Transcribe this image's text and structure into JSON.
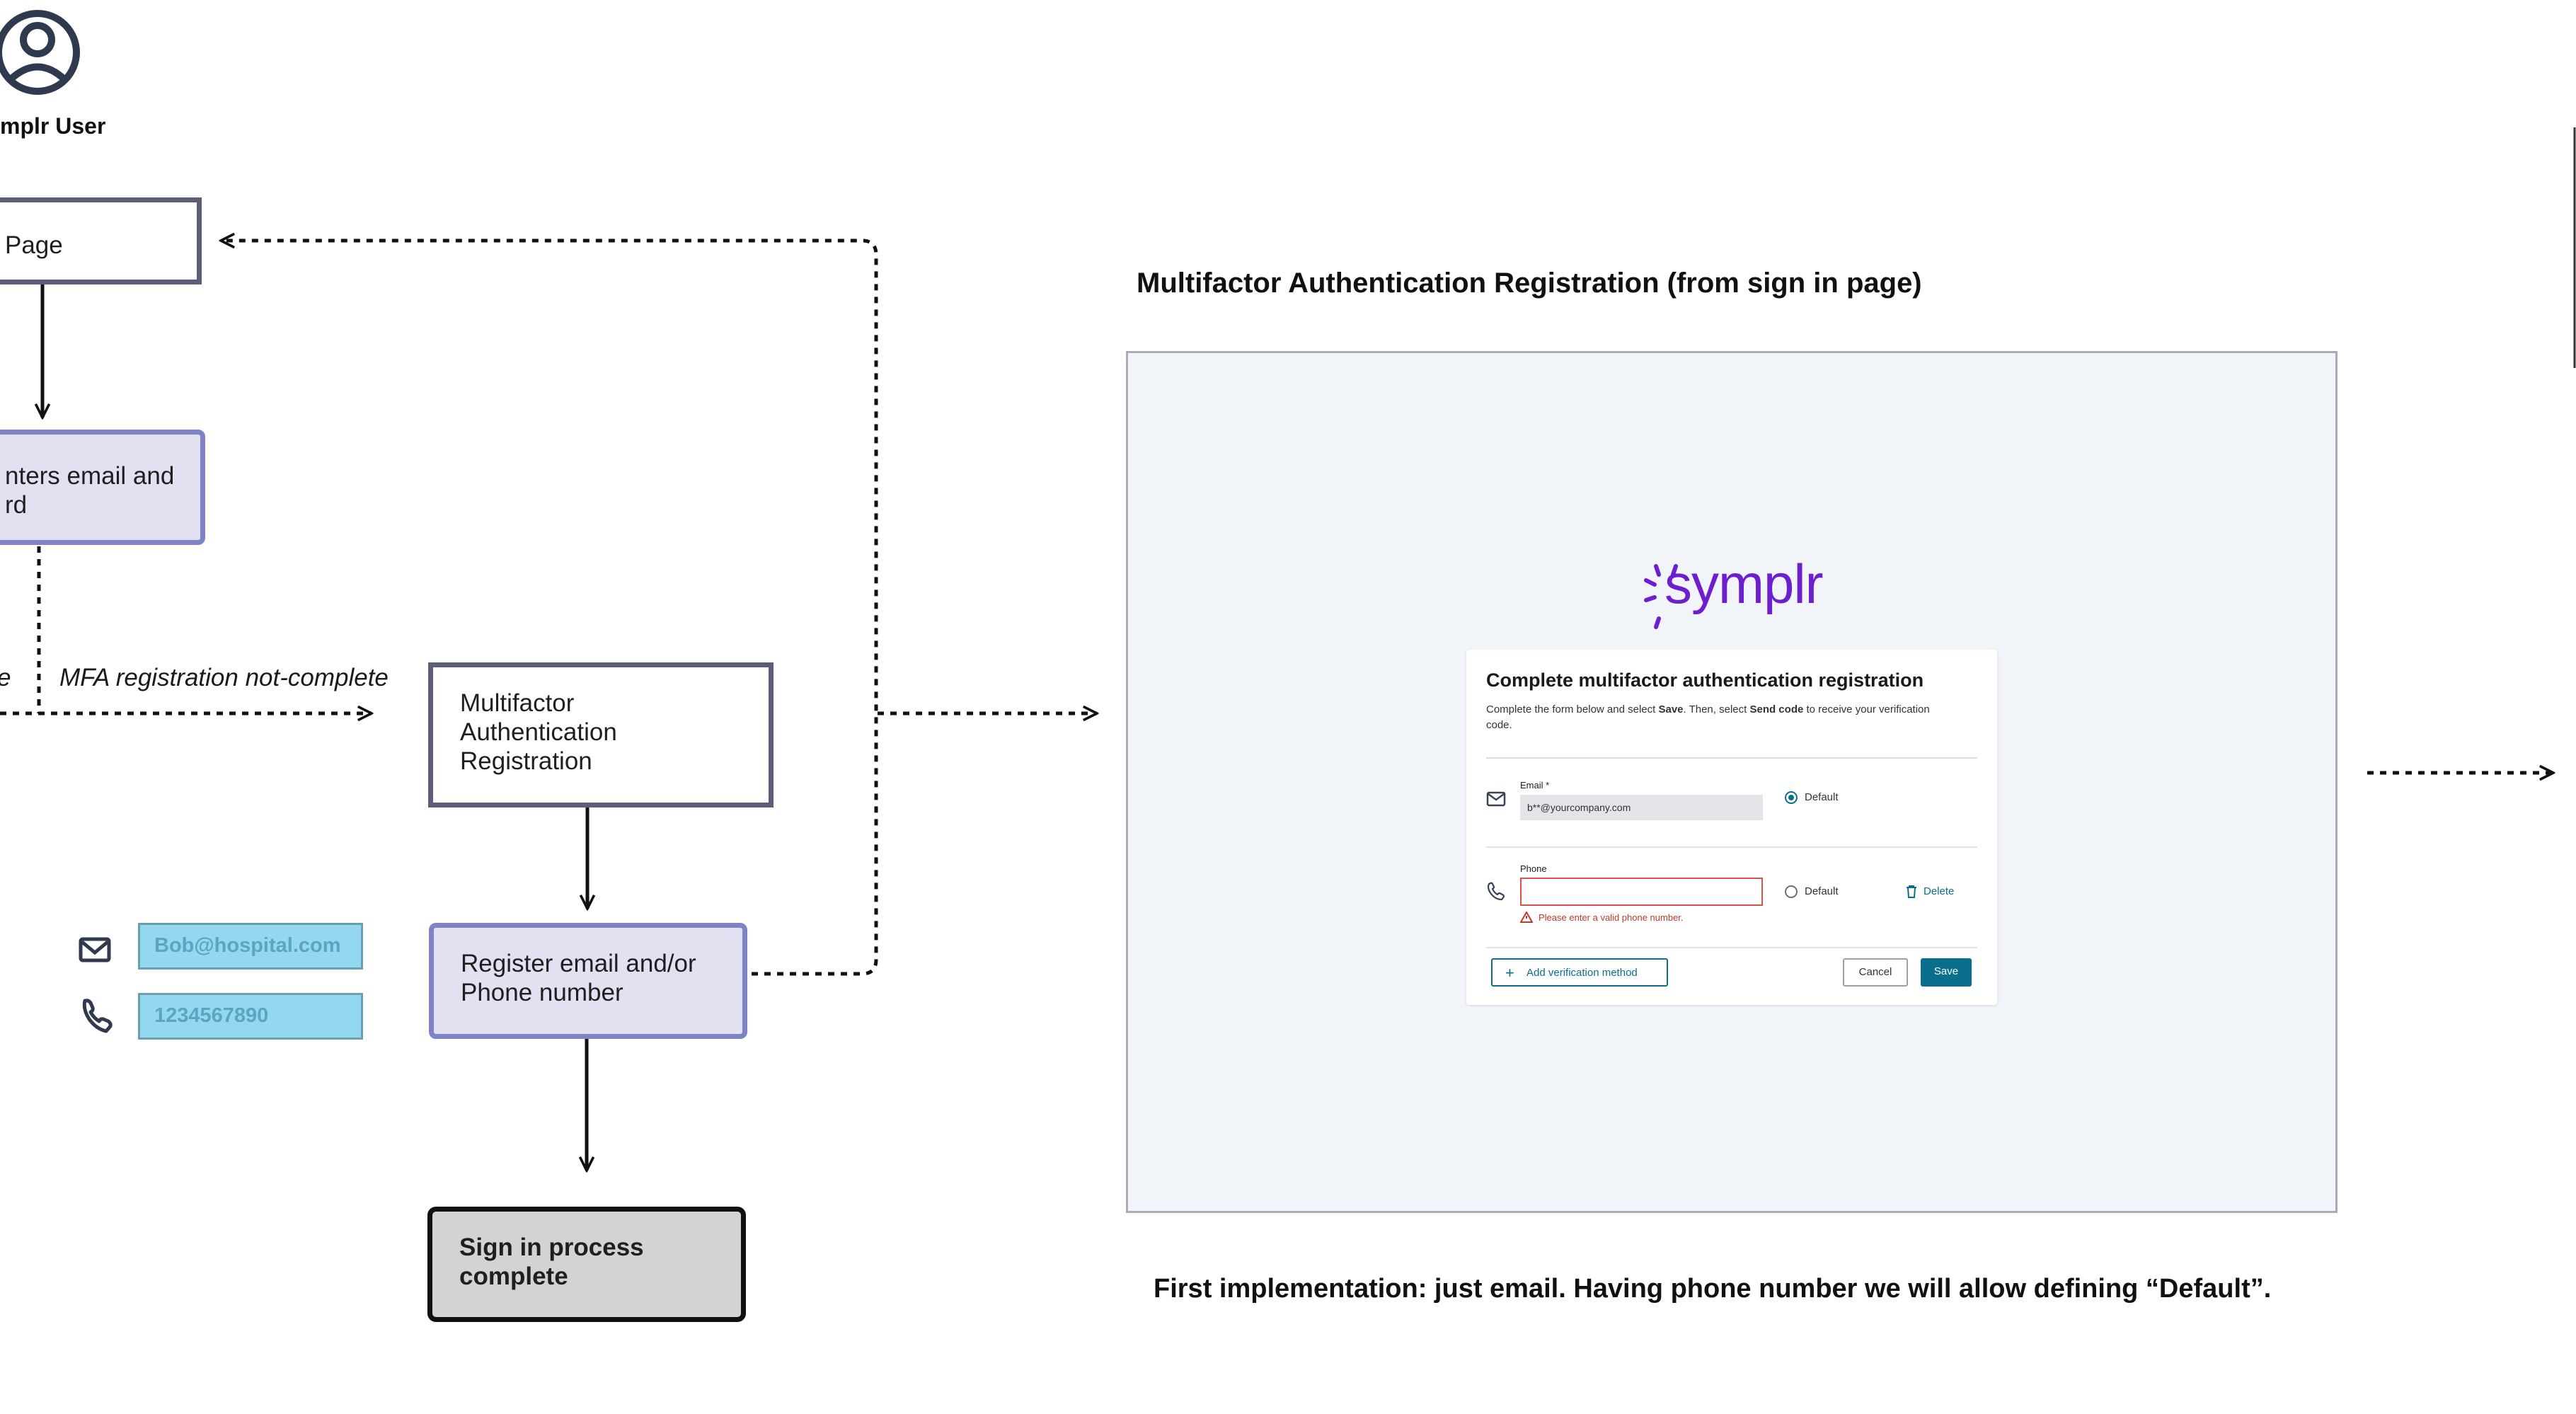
{
  "actor": {
    "label": "mplr User"
  },
  "nodes": {
    "sign_in_page": "Page",
    "enters_email": "nters email and\nrd",
    "mfa_registration": "Multifactor\nAuthentication\nRegistration",
    "register_email_phone": "Register email and/or\nPhone number",
    "sign_in_complete": "Sign in process\ncomplete"
  },
  "edge_labels": {
    "left_cut": "e",
    "mfa_not_complete": "MFA registration not-complete"
  },
  "sample_fields": {
    "email": "Bob@hospital.com",
    "phone": "1234567890"
  },
  "screen": {
    "heading": "Multifactor Authentication Registration (from sign in page)",
    "logo": "symplr",
    "form": {
      "title": "Complete multifactor authentication registration",
      "instr_1": "Complete the form below and select ",
      "instr_save": "Save",
      "instr_2": ". Then, select ",
      "instr_send": "Send code",
      "instr_3": " to receive your verification",
      "instr_4": "code.",
      "email_label": "Email *",
      "email_value": "b**@yourcompany.com",
      "default_label": "Default",
      "phone_label": "Phone",
      "phone_error": "Please enter a valid phone number.",
      "delete_label": "Delete",
      "add_method": "Add verification method",
      "cancel": "Cancel",
      "save": "Save"
    },
    "footnote": "First implementation: just email. Having phone number we will allow defining “Default”."
  },
  "colors": {
    "node_border": "#5d5f79",
    "blue_fill": "#e2e1f2",
    "blue_border": "#7e83c6",
    "field_fill": "#93d8ee",
    "brand_purple": "#6d1fcf",
    "teal": "#0a6f8c",
    "error": "#c0392b"
  }
}
